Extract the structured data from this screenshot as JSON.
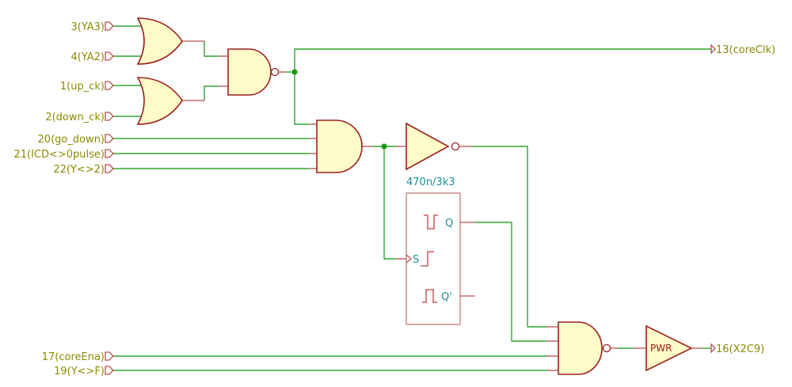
{
  "input_ports": {
    "ya3": "3(YA3)",
    "ya2": "4(YA2)",
    "up_ck": "1(up_ck)",
    "down_ck": "2(down_ck)",
    "go_down": "20(go_down)",
    "icd_pulse": "21(ICD<>0pulse)",
    "y_ne_2": "22(Y<>2)",
    "core_ena": "17(coreEna)",
    "y_ne_f": "19(Y<>F)"
  },
  "output_ports": {
    "core_clk": "13(coreClk)",
    "x2c9": "16(X2C9)"
  },
  "monoflop": {
    "value": "470n/3k3",
    "pin_q": "Q",
    "pin_s": "S",
    "pin_qn": "Q'"
  },
  "pwr_buffer": {
    "label": "PWR"
  },
  "colors": {
    "wire": "#2fa52f",
    "gate_fill": "#fffbc8",
    "gate_stroke": "#9b2020",
    "label_text": "#8a8a00",
    "component_text": "#1a8f9a"
  }
}
